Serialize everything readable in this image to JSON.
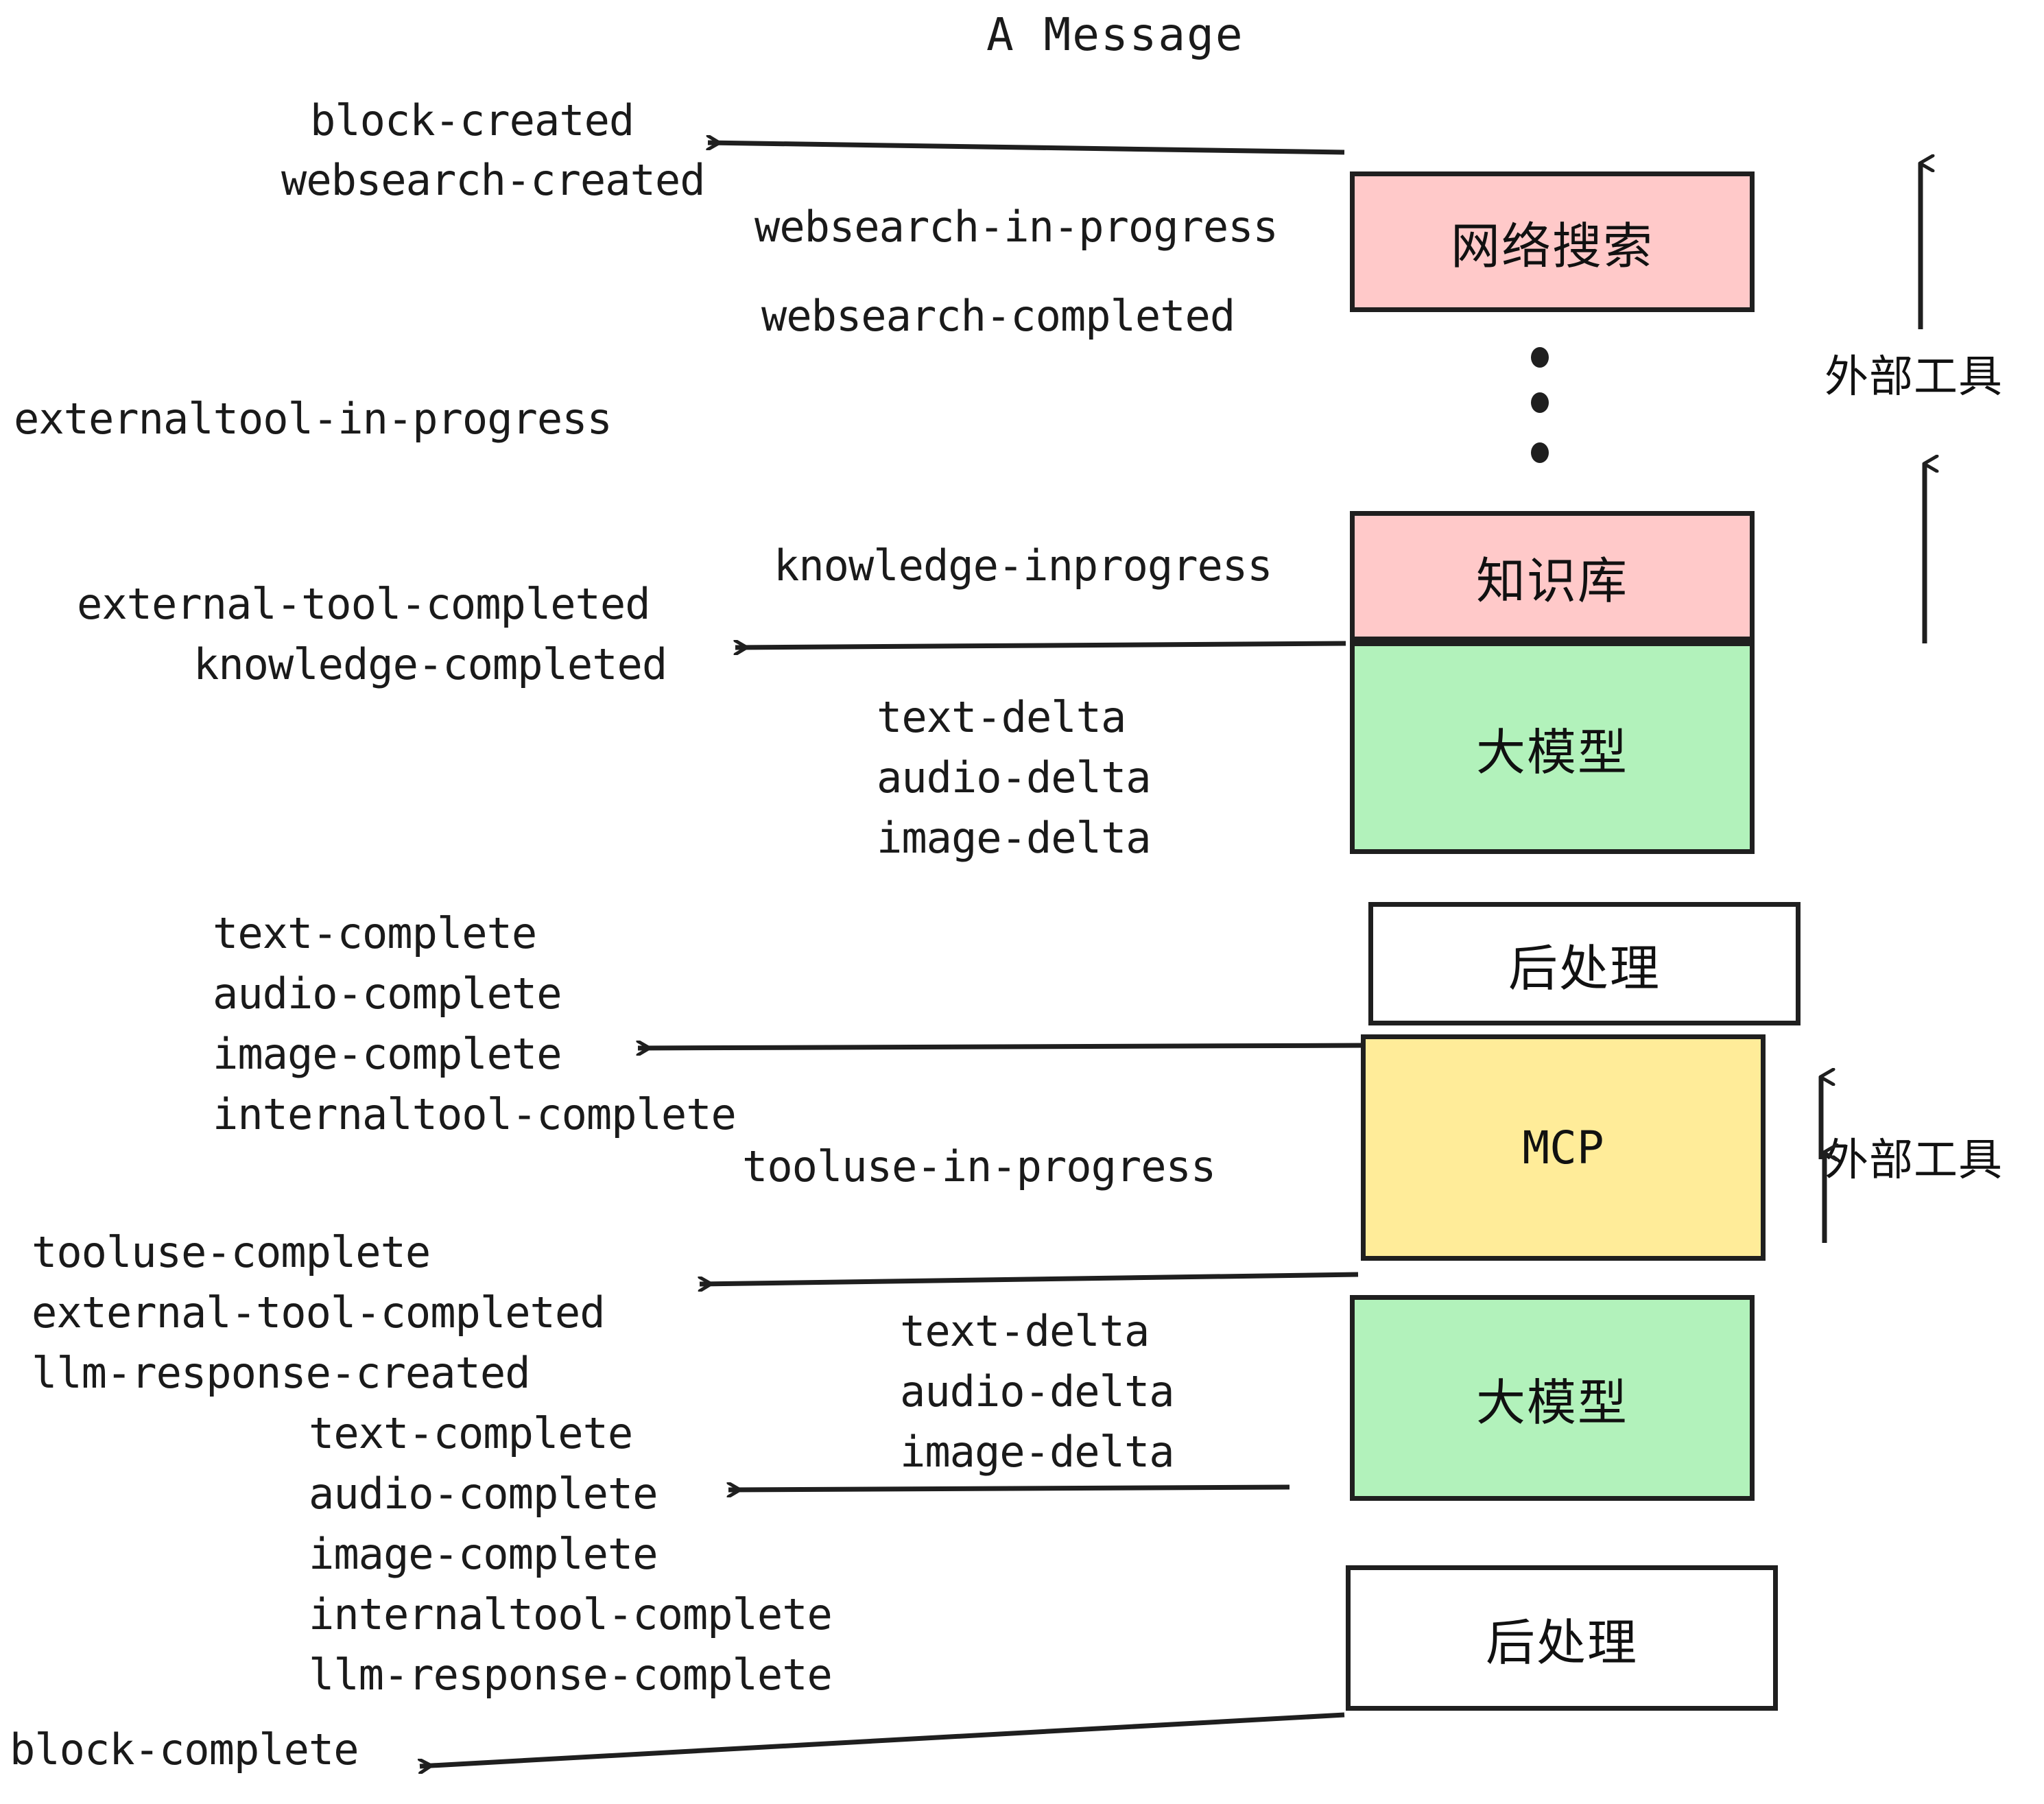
{
  "diagram": {
    "title": "A Message",
    "colors": {
      "pink": "#FFC9C9",
      "green": "#B2F2BB",
      "yellow": "#FFEC99",
      "white": "#FFFFFF",
      "stroke": "#1F1F1F",
      "text": "#1A1A1A"
    },
    "boxes": [
      {
        "id": "websearch",
        "label": "网络搜索",
        "fill": "#FFC9C9"
      },
      {
        "id": "knowledge",
        "label": "知识库",
        "fill": "#FFC9C9"
      },
      {
        "id": "llm-1",
        "label": "大模型",
        "fill": "#B2F2BB"
      },
      {
        "id": "postprocess-1",
        "label": "后处理",
        "fill": "#FFFFFF"
      },
      {
        "id": "mcp",
        "label": "MCP",
        "fill": "#FFEC99"
      },
      {
        "id": "llm-2",
        "label": "大模型",
        "fill": "#B2F2BB"
      },
      {
        "id": "postprocess-2",
        "label": "后处理",
        "fill": "#FFFFFF"
      }
    ],
    "side_labels": [
      {
        "id": "external-tools-top",
        "label": "外部工具"
      },
      {
        "id": "external-tools-bottom",
        "label": "外部工具"
      }
    ],
    "events": [
      {
        "id": "block-created",
        "label": "block-created"
      },
      {
        "id": "websearch-created",
        "label": "websearch-created"
      },
      {
        "id": "websearch-in-progress",
        "label": "websearch-in-progress"
      },
      {
        "id": "websearch-completed",
        "label": "websearch-completed"
      },
      {
        "id": "externaltool-in-progress",
        "label": "externaltool-in-progress"
      },
      {
        "id": "knowledge-inprogress",
        "label": "knowledge-inprogress"
      },
      {
        "id": "external-tool-completed-1",
        "label": "external-tool-completed"
      },
      {
        "id": "knowledge-completed",
        "label": "knowledge-completed"
      },
      {
        "id": "text-delta-1",
        "label": "text-delta"
      },
      {
        "id": "audio-delta-1",
        "label": "audio-delta"
      },
      {
        "id": "image-delta-1",
        "label": "image-delta"
      },
      {
        "id": "text-complete-1",
        "label": "text-complete"
      },
      {
        "id": "audio-complete-1",
        "label": "audio-complete"
      },
      {
        "id": "image-complete-1",
        "label": "image-complete"
      },
      {
        "id": "internaltool-complete-1",
        "label": "internaltool-complete"
      },
      {
        "id": "tooluse-in-progress",
        "label": "tooluse-in-progress"
      },
      {
        "id": "tooluse-complete",
        "label": "tooluse-complete"
      },
      {
        "id": "external-tool-completed-2",
        "label": "external-tool-completed"
      },
      {
        "id": "llm-response-created",
        "label": "llm-response-created"
      },
      {
        "id": "text-complete-2",
        "label": "text-complete"
      },
      {
        "id": "audio-complete-2",
        "label": "audio-complete"
      },
      {
        "id": "image-complete-2",
        "label": "image-complete"
      },
      {
        "id": "internaltool-complete-2",
        "label": "internaltool-complete"
      },
      {
        "id": "llm-response-complete",
        "label": "llm-response-complete"
      },
      {
        "id": "text-delta-2",
        "label": "text-delta"
      },
      {
        "id": "audio-delta-2",
        "label": "audio-delta"
      },
      {
        "id": "image-delta-2",
        "label": "image-delta"
      },
      {
        "id": "block-complete",
        "label": "block-complete"
      }
    ]
  }
}
